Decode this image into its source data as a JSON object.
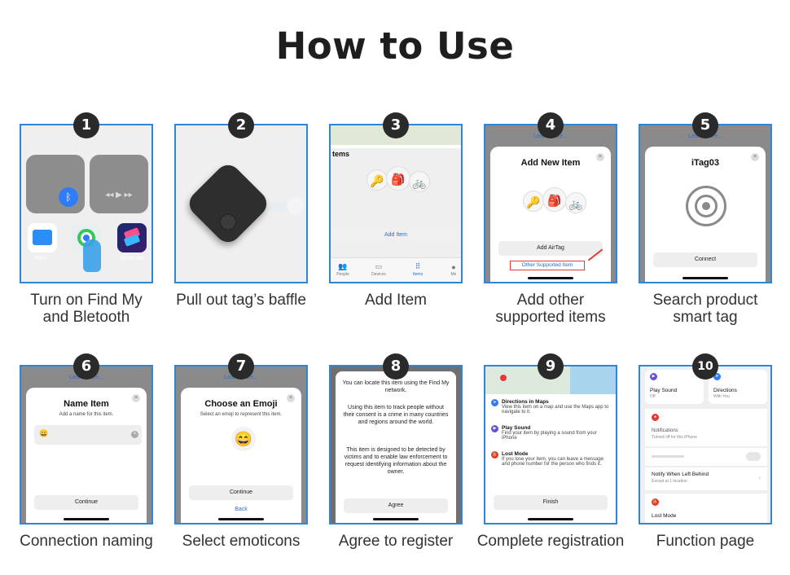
{
  "title": "How to Use",
  "steps": [
    {
      "number": "1",
      "caption": "Turn on Find My\nand Bletooth",
      "screen": {
        "apps": [
          "Files",
          "Fi",
          "Shortcuts"
        ]
      }
    },
    {
      "number": "2",
      "caption": "Pull out tag’s baffle",
      "screen": {}
    },
    {
      "number": "3",
      "caption": "Add Item",
      "screen": {
        "heading": "tems",
        "button": "Add Item",
        "tabs": [
          "People",
          "Devices",
          "Items",
          "Me"
        ]
      }
    },
    {
      "number": "4",
      "caption": "Add other\nsupported items",
      "screen": {
        "learn_more": "Learn More...",
        "heading": "Add New Item",
        "button": "Add AirTag",
        "link": "Other Supported Item"
      }
    },
    {
      "number": "5",
      "caption": "Search product\nsmart tag",
      "screen": {
        "learn_more": "Learn More...",
        "heading": "iTag03",
        "button": "Connect"
      }
    },
    {
      "number": "6",
      "caption": "Connection naming",
      "screen": {
        "learn_more": "Learn More...",
        "heading": "Name Item",
        "sub": "Add a name for this item.",
        "input_emoji": "😀",
        "button": "Continue"
      }
    },
    {
      "number": "7",
      "caption": "Select emoticons",
      "screen": {
        "learn_more": "Learn More...",
        "heading": "Choose an Emoji",
        "sub": "Select an emoji to represent this item.",
        "emoji": "😄",
        "button": "Continue",
        "back": "Back"
      }
    },
    {
      "number": "8",
      "caption": "Agree to register",
      "screen": {
        "p1": "You can locate this item using the Find My network.",
        "p2": "Using this item to track people without their consent is a crime in many countries and regions around the world.",
        "p3": "This item is designed to be detected by victims and to enable law enforcement to request identifying information about the owner.",
        "button": "Agree"
      }
    },
    {
      "number": "9",
      "caption": "Complete registration",
      "screen": {
        "rows": [
          {
            "title": "Directions in Maps",
            "text": "View this item on a map and use the Maps app to navigate to it.",
            "color": "#2f7cf6"
          },
          {
            "title": "Play Sound",
            "text": "Find your item by playing a sound from your iPhone",
            "color": "#6a4fd8"
          },
          {
            "title": "Lost Mode",
            "text": "If you lose your item, you can leave a message and phone number for the person who finds it.",
            "color": "#e53935"
          }
        ],
        "button": "Finish"
      }
    },
    {
      "number": "10",
      "caption": "Function page",
      "screen": {
        "play_sound": "Play Sound",
        "play_sound_sub": "Off",
        "directions": "Directions",
        "directions_sub": "With You",
        "notifications": "Notifications",
        "notifications_sub": "Turned off for this iPhone",
        "notify_title": "Notify When Left Behind",
        "notify_sub": "Except at 1 location",
        "lost_mode": "Lost Mode"
      }
    }
  ]
}
